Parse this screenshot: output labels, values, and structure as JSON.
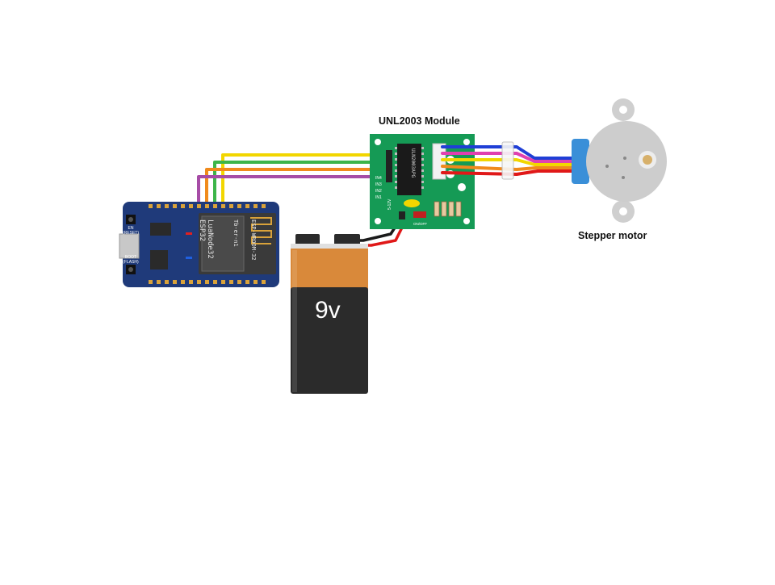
{
  "labels": {
    "driver_title": "UNL2003 Module",
    "motor_title": "Stepper motor",
    "battery_label": "9v"
  },
  "esp32": {
    "board_name": "LuaNode32",
    "chip_name": "ESP32",
    "vendor": "Tb-er-n1",
    "module": "ESP-WROOM-32",
    "en_label": "EN",
    "reset_label": "(RESET)",
    "boot_label": "BOOT",
    "flash_label": "(FLASH)"
  },
  "driver": {
    "ic_label": "ULN2003APG",
    "inputs": [
      "IN1",
      "IN2",
      "IN3",
      "IN4"
    ],
    "power_in": "5-12V",
    "onoff": "ON/OFF"
  },
  "colors": {
    "wire_yellow": "#f2d600",
    "wire_green": "#3cb549",
    "wire_orange": "#f08a1c",
    "wire_purple": "#a64ca6",
    "wire_blue": "#1f3fd6",
    "wire_pink": "#e040b0",
    "wire_red": "#e01818",
    "board_blue": "#1f3a7a",
    "driver_green": "#159a55",
    "battery_orange": "#d9893a",
    "battery_black": "#2b2b2b"
  }
}
